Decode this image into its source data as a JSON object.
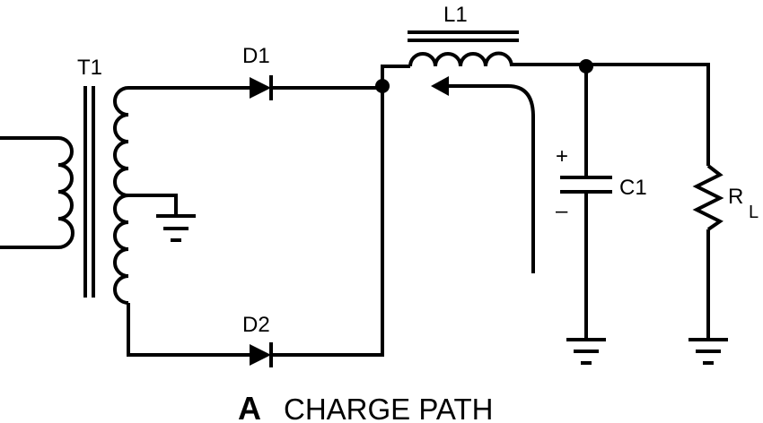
{
  "labels": {
    "t1": "T1",
    "d1": "D1",
    "d2": "D2",
    "l1": "L1",
    "c1": "C1",
    "rl_main": "R",
    "rl_sub": "L",
    "c1_plus": "+",
    "c1_minus": "–"
  },
  "caption": {
    "letter": "A",
    "text": "CHARGE PATH"
  }
}
